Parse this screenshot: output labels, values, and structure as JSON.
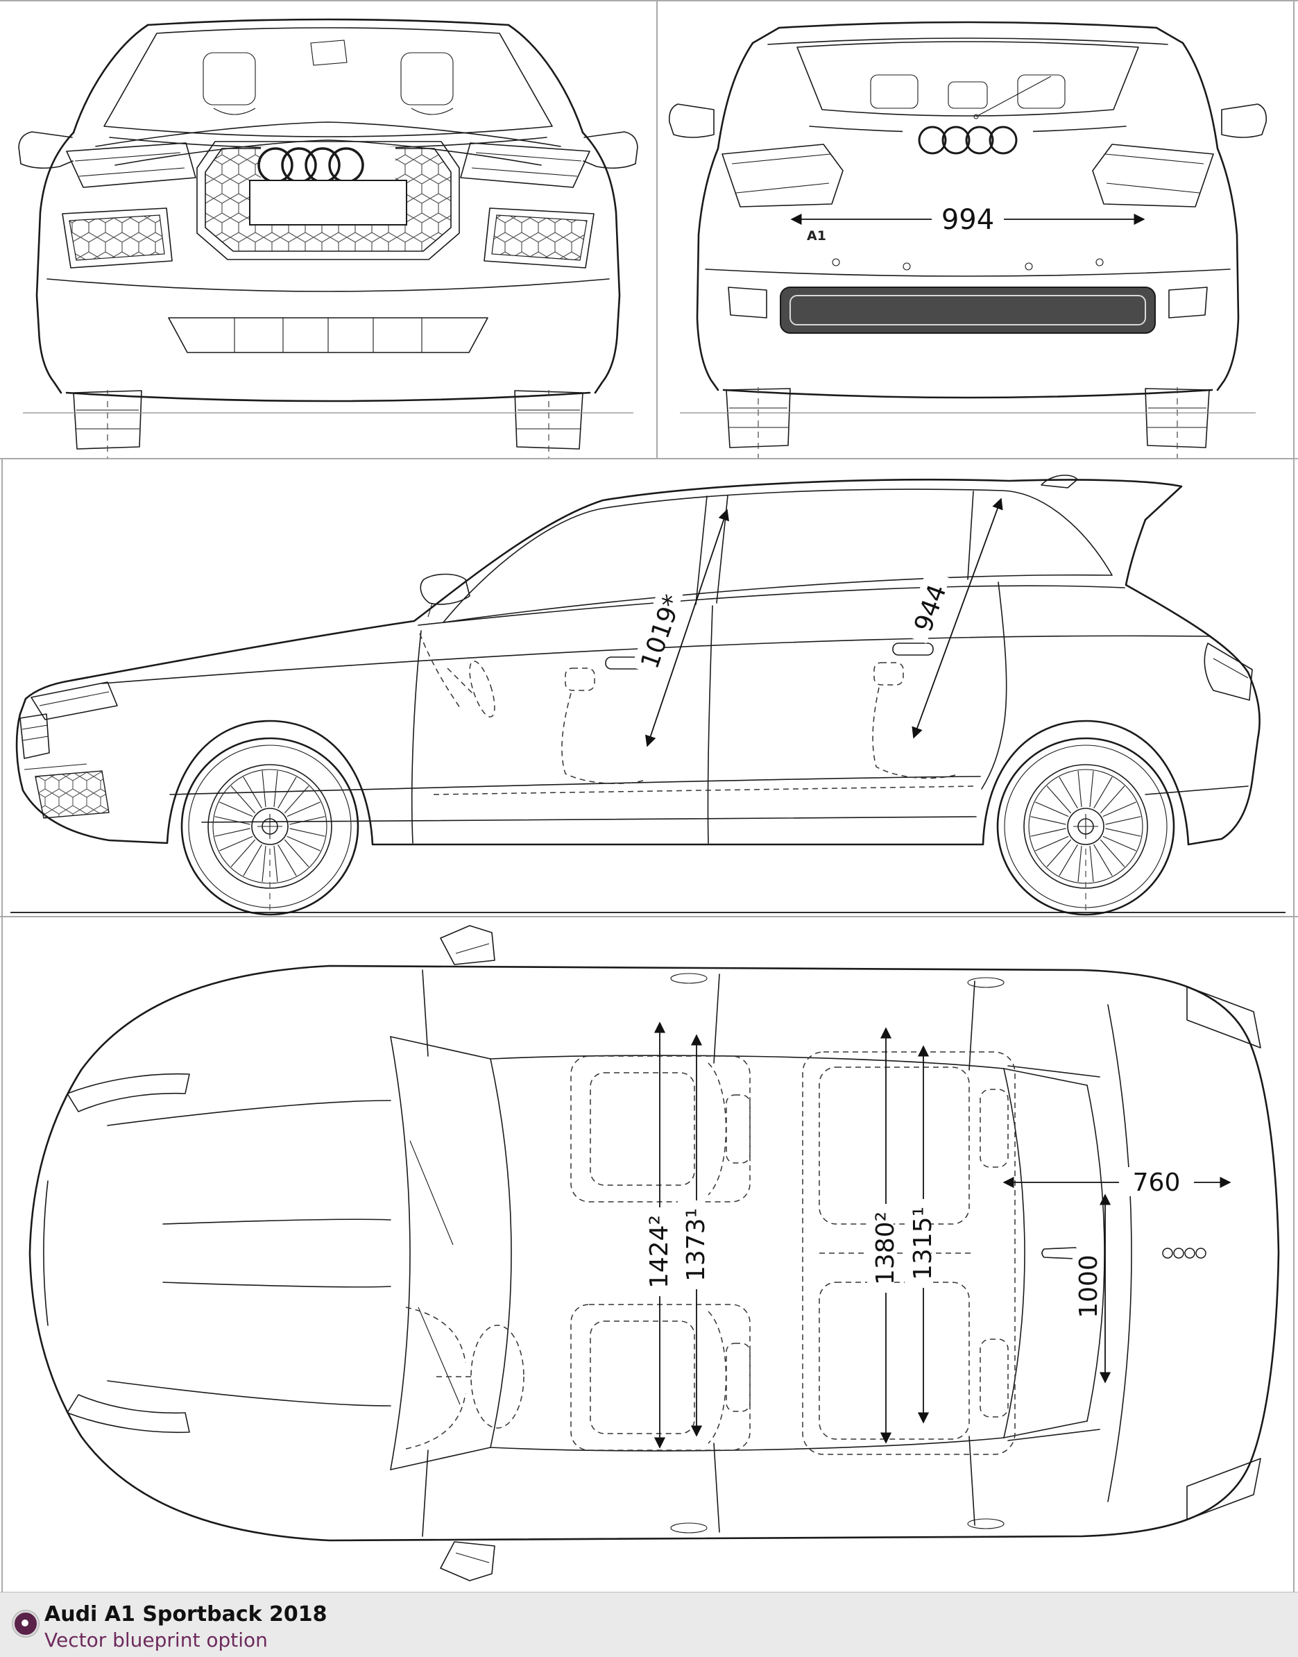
{
  "page": {
    "background": "#ffffff",
    "line_color": "#1a1a1a",
    "frame_color": "#a9a9a9"
  },
  "views": {
    "rear": {
      "badge": "A1",
      "dims": {
        "width_994": "994"
      }
    },
    "side": {
      "dims": {
        "headroom_front": "1019*",
        "headroom_rear": "944"
      }
    },
    "top": {
      "dims": {
        "shoulder_front": "1424²",
        "elbow_front": "1373¹",
        "shoulder_rear": "1380²",
        "elbow_rear": "1315¹",
        "hatch_width": "760",
        "trunk_width": "1000"
      }
    }
  },
  "footer": {
    "title": "Audi A1 Sportback 2018",
    "subtitle": "Vector blueprint option",
    "accent_color": "#6d2a5c"
  }
}
